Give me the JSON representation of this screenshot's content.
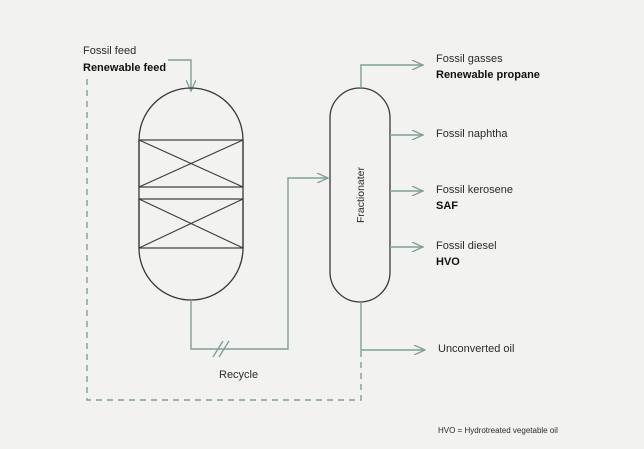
{
  "inputs": {
    "fossil_feed": "Fossil feed",
    "renewable_feed": "Renewable feed"
  },
  "fractionator_label": "Fractionater",
  "recycle_label": "Recycle",
  "outputs": [
    {
      "fossil": "Fossil gasses",
      "renewable": "Renewable propane"
    },
    {
      "fossil": "Fossil naphtha",
      "renewable": ""
    },
    {
      "fossil": "Fossil kerosene",
      "renewable": "SAF"
    },
    {
      "fossil": "Fossil diesel",
      "renewable": "HVO"
    }
  ],
  "unconverted_label": "Unconverted oil",
  "footnote": "HVO = Hydrotreated vegetable oil",
  "colors": {
    "background": "#f2f2f1",
    "stream_line": "#7f9f98",
    "vessel_outline": "#3a3a3a"
  }
}
